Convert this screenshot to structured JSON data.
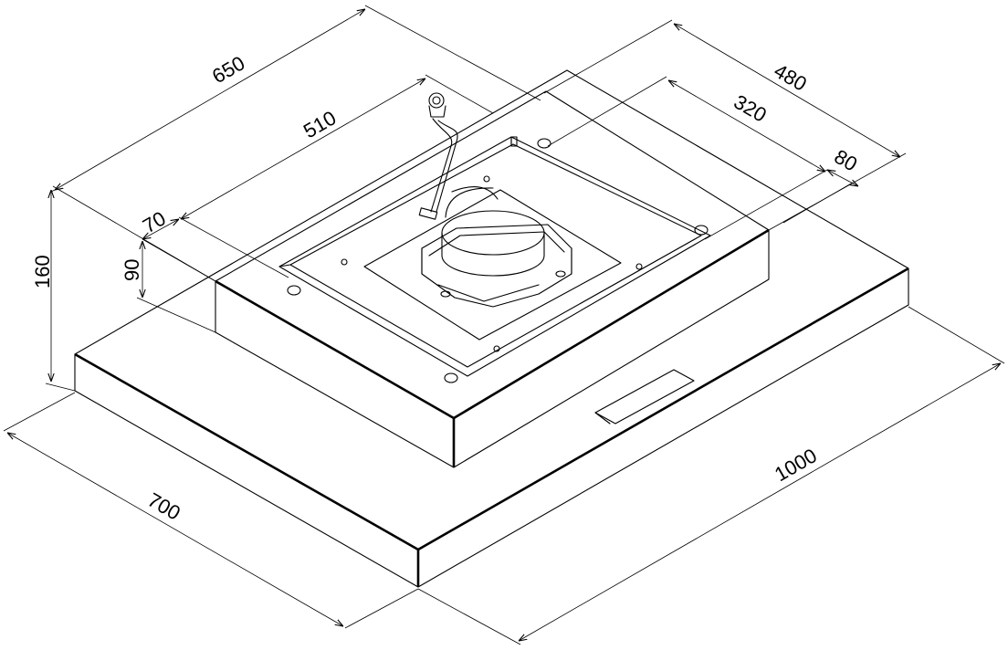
{
  "dimensions": {
    "d650": "650",
    "d510": "510",
    "d480": "480",
    "d320": "320",
    "d80": "80",
    "d70": "70",
    "d90": "90",
    "d160": "160",
    "d700": "700",
    "d1000": "1000"
  }
}
